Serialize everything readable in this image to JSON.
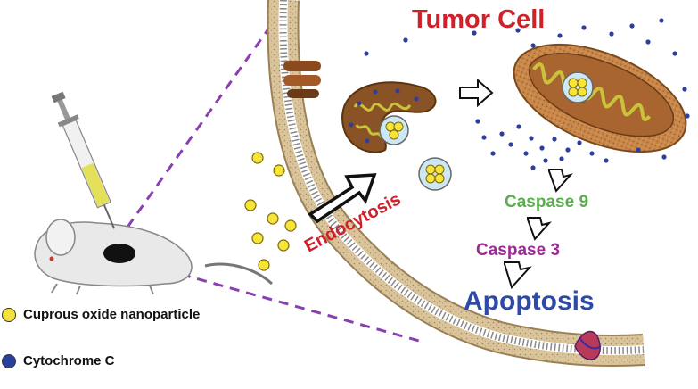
{
  "diagram": {
    "title": "Tumor Cell",
    "process_label": "Endocytosis",
    "cascade": [
      "Caspase 9",
      "Caspase 3"
    ],
    "outcome": "Apoptosis"
  },
  "legend": [
    {
      "label": "Cuprous oxide nanoparticle",
      "color": "#f5e23a"
    },
    {
      "label": "Cytochrome C",
      "color": "#2b3f9e"
    }
  ],
  "colors": {
    "title": "#d0202a",
    "endocytosis": "#d0202a",
    "caspase9": "#5aae4e",
    "caspase3": "#9b2b94",
    "apoptosis": "#2e4aa8"
  }
}
